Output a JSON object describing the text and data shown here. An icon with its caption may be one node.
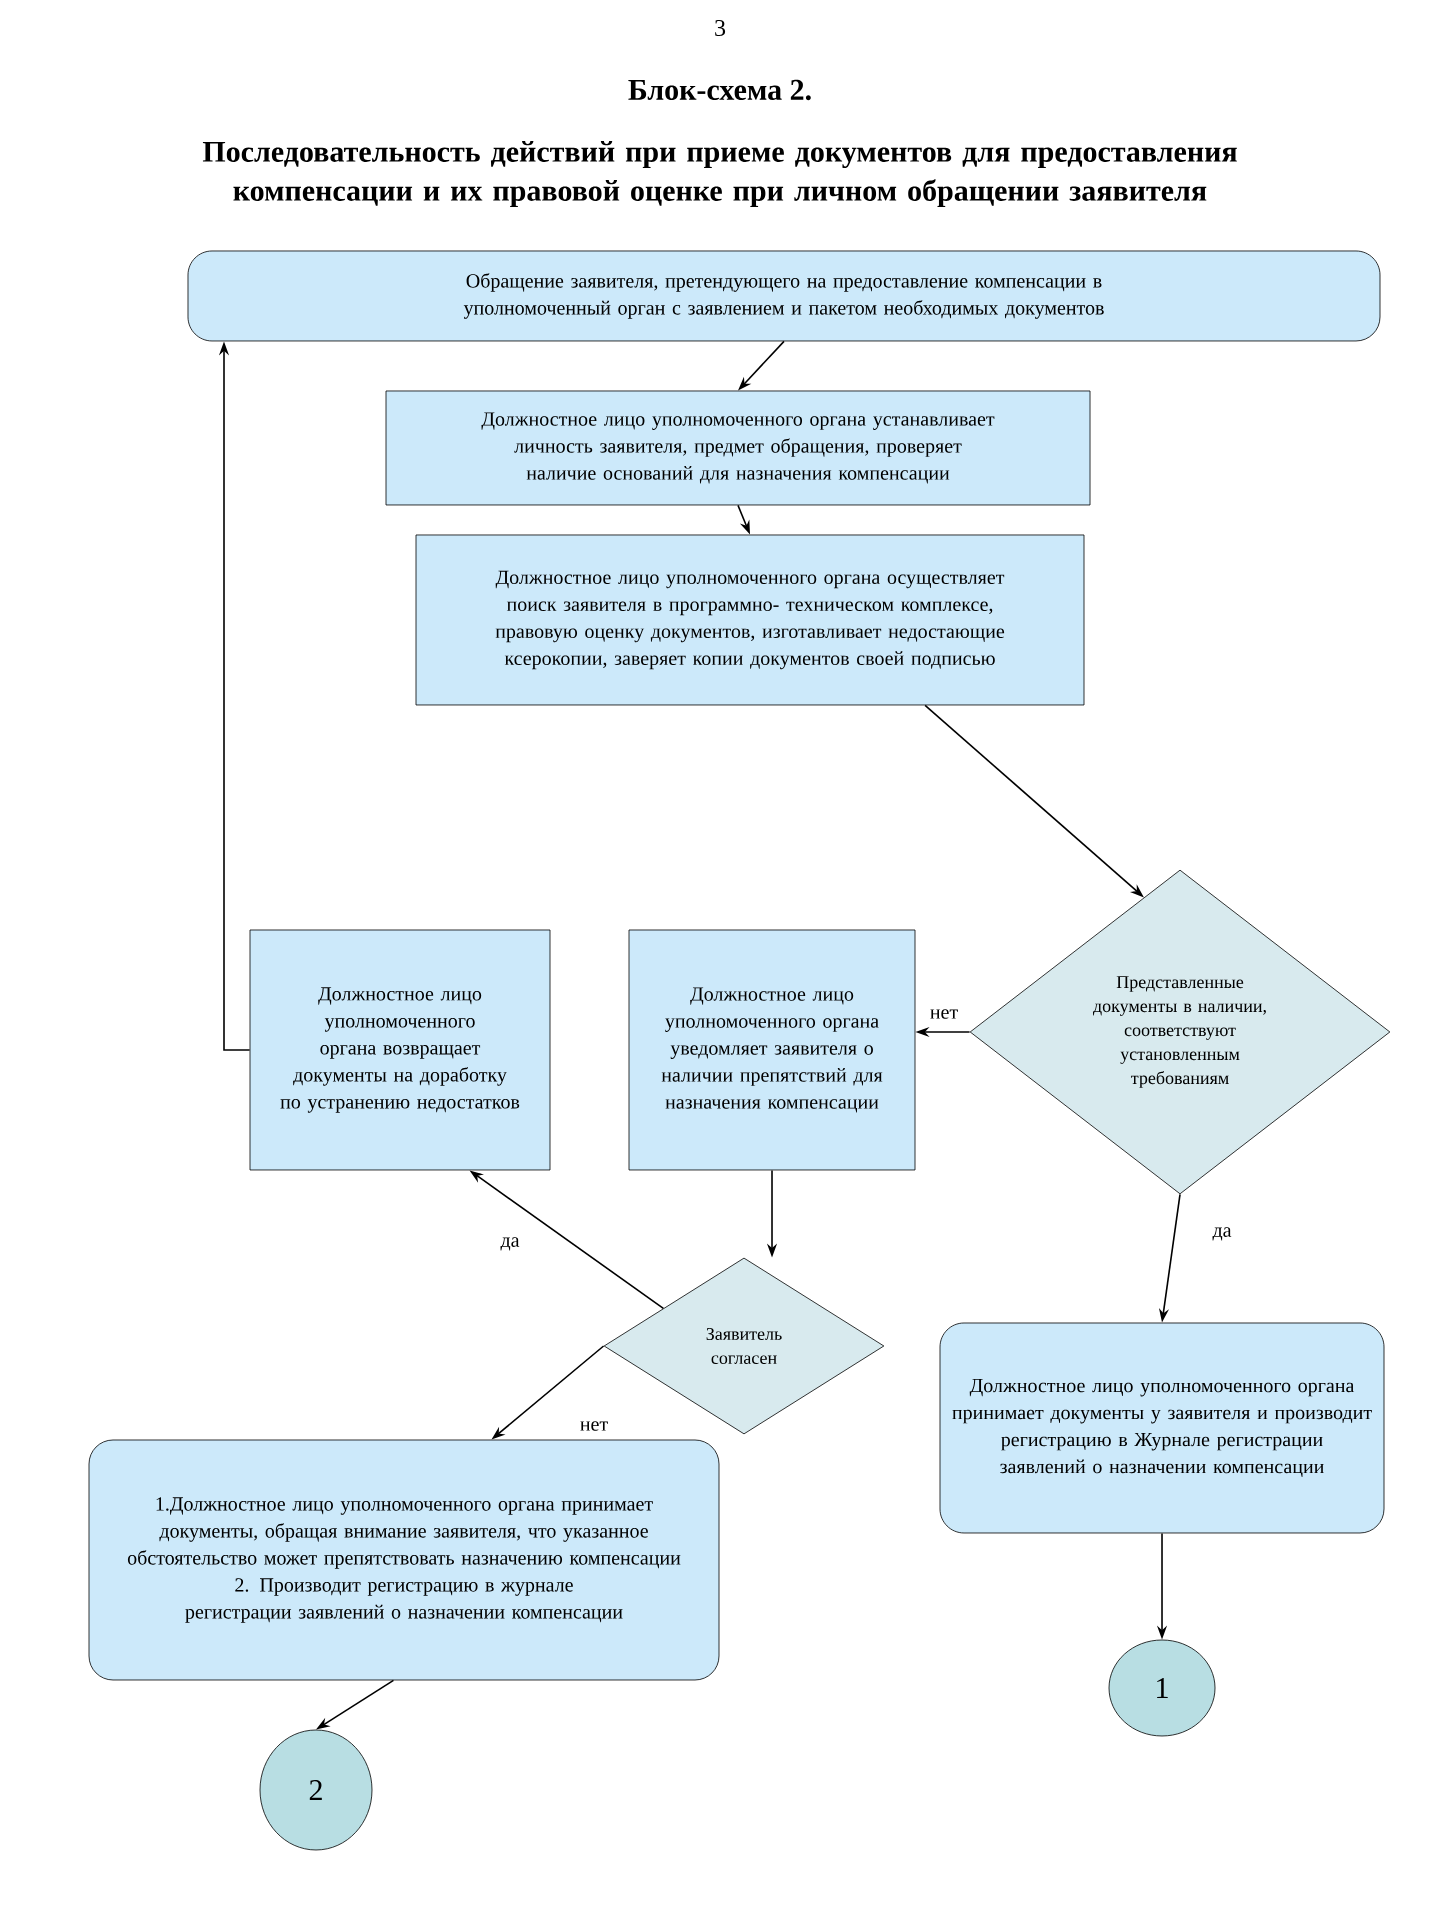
{
  "diagram": {
    "title": "Блок-схема 2.",
    "nodes": [
      {
        "text": [
          "Обращение заявителя, претендующего на предоставление компенсации в уполномоченный орган с заявлением и пакетом необходимых документов"
        ]
      },
      {
        "text": [
          "Должностное лицо уполномоченного органа устанавливает личность заявителя, предмет обращения, проверяет наличие оснований для назначения компенсации"
        ]
      },
      {
        "text": [
          "Должностное лицо уполномоченного органа осуществляет поиск заявителя в программно- техническом комплексе, правовую оценку документов, изготавливает недостающие ксерокопии, заверяет копии документов своей подписью"
        ]
      },
      {
        "text": [
          "Представленные документы в наличии, соответствуют установленным требованиям"
        ]
      },
      {
        "text": [
          "Должностное лицо уполномоченного органа возвращает документы на доработку по устранению недостатков"
        ]
      },
      {
        "text": [
          "Должностное лицо уполномоченного органа уведомляет заявителя о наличии препятствий для назначения компенсации"
        ]
      },
      {
        "text": [
          "Заявитель согласен"
        ]
      },
      {
        "text": [
          "1.Должностное лицо уполномоченного органа принимает документы, обращая внимание заявителя, что указанное обстоятельство может препятствовать назначению компенсации",
          "2. Производит регистрацию в журнале регистрации заявлений о назначении компенсации"
        ]
      },
      {
        "text": [
          "Должностное лицо уполномоченного органа принимает документы у заявителя и производит регистрацию в Журнале регистрации заявлений о назначении компенсации"
        ]
      },
      {
        "text": [
          "2"
        ]
      },
      {
        "text": [
          "1"
        ]
      }
    ],
    "edges": [
      {
        "from": 0,
        "to": 1,
        "arrow": "to"
      },
      {
        "from": 1,
        "to": 2,
        "arrow": "to"
      },
      {
        "from": 2,
        "to": 3,
        "arrow": "to"
      },
      {
        "from": 3,
        "to": 5,
        "arrow": "to",
        "label": "нет"
      },
      {
        "from": 3,
        "to": 8,
        "arrow": "to",
        "label": "да"
      },
      {
        "from": 5,
        "to": 6,
        "arrow": "to"
      },
      {
        "from": 6,
        "to": 4,
        "arrow": "to",
        "label": "да"
      },
      {
        "from": 6,
        "to": 7,
        "arrow": "to",
        "label": "нет"
      },
      {
        "from": 4,
        "to": 0,
        "arrow": "to"
      },
      {
        "from": 8,
        "to": 10,
        "arrow": "to"
      },
      {
        "from": 7,
        "to": 9,
        "arrow": "to"
      }
    ],
    "labels": [
      "3",
      "Последовательность действий при приеме документов для предоставления компенсации и их правовой оценке при личном обращении заявителя"
    ]
  }
}
